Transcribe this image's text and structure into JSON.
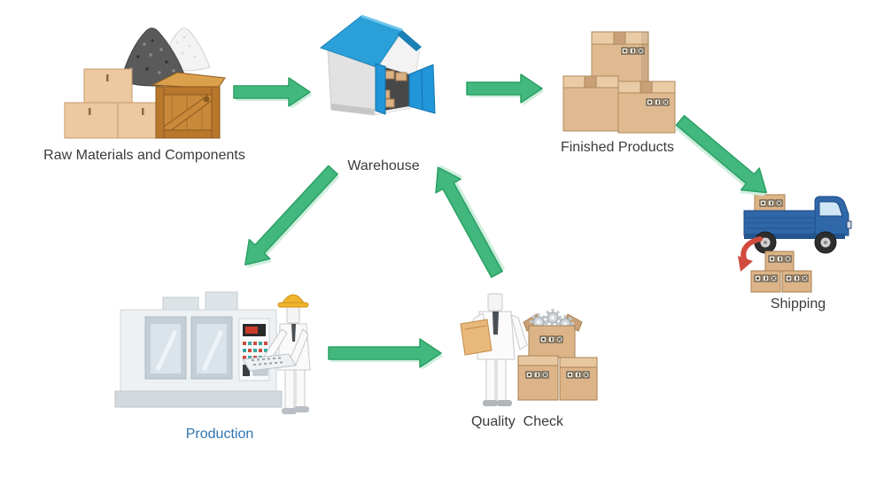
{
  "diagram": {
    "type": "flowchart",
    "background": "#ffffff",
    "nodes": {
      "raw_materials": {
        "label": "Raw Materials and Components"
      },
      "warehouse": {
        "label": "Warehouse"
      },
      "finished_products": {
        "label": "Finished Products"
      },
      "shipping": {
        "label": "Shipping"
      },
      "production": {
        "label": "Production"
      },
      "quality_check": {
        "label": "Quality  Check"
      }
    },
    "edges": [
      {
        "from": "raw_materials",
        "to": "warehouse",
        "direction": "right"
      },
      {
        "from": "warehouse",
        "to": "finished_products",
        "direction": "right"
      },
      {
        "from": "finished_products",
        "to": "shipping",
        "direction": "down-right"
      },
      {
        "from": "warehouse",
        "to": "production",
        "direction": "down-left"
      },
      {
        "from": "production",
        "to": "quality_check",
        "direction": "right"
      },
      {
        "from": "quality_check",
        "to": "warehouse",
        "direction": "up-right"
      }
    ],
    "colors": {
      "arrow_green": "#42b87e",
      "arrow_green_outline": "#2aa064",
      "arrow_green_shadow": "#cfeede",
      "label_text": "#3b3b3b",
      "production_label_text": "#2e74b0",
      "unload_arrow_red": "#d24a3e",
      "warehouse_blue": "#2196d8",
      "roof_blue": "#2b9fd8",
      "truck_blue": "#2f67a9",
      "box_tan": "#dcb488",
      "crate_brown": "#c8893b",
      "hard_hat_yellow": "#f0b42c"
    }
  }
}
